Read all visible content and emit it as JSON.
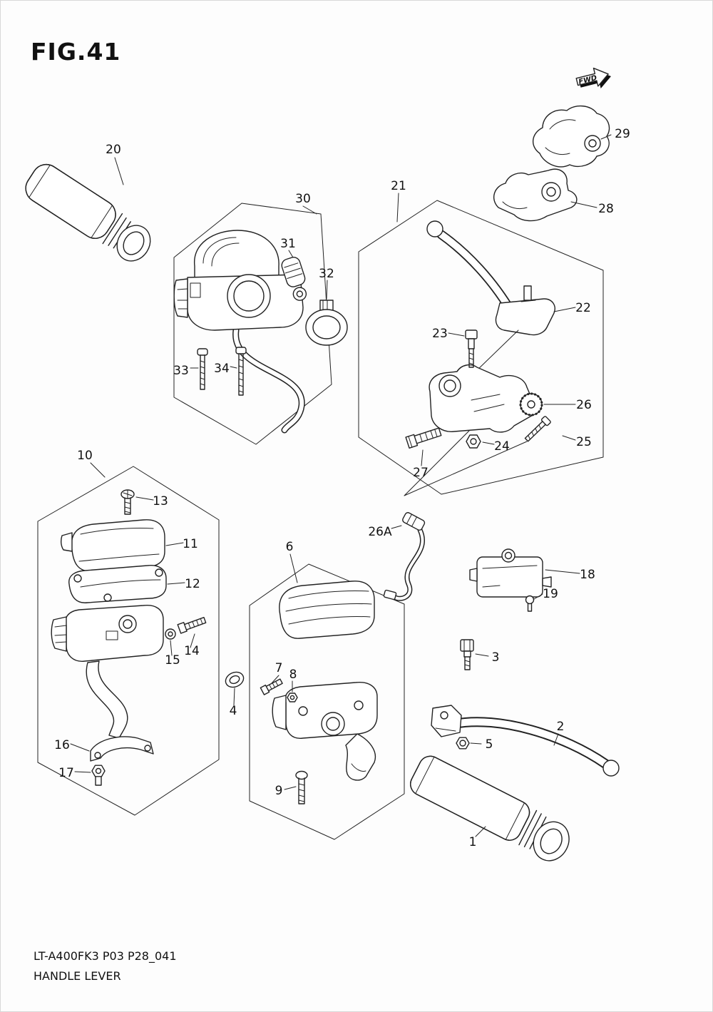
{
  "figure": {
    "title": "FIG.41",
    "fwd_label": "FWD"
  },
  "footer": {
    "code": "LT-A400FK3 P03 P28_041",
    "name": "HANDLE LEVER"
  },
  "labels": {
    "p1": "1",
    "p2": "2",
    "p3": "3",
    "p4": "4",
    "p5": "5",
    "p6": "6",
    "p7": "7",
    "p8": "8",
    "p9": "9",
    "p10": "10",
    "p11": "11",
    "p12": "12",
    "p13": "13",
    "p14": "14",
    "p15": "15",
    "p16": "16",
    "p17": "17",
    "p18": "18",
    "p19": "19",
    "p20": "20",
    "p21": "21",
    "p22": "22",
    "p23": "23",
    "p24": "24",
    "p25": "25",
    "p26": "26",
    "p26a": "26A",
    "p27": "27",
    "p28": "28",
    "p29": "29",
    "p30": "30",
    "p31": "31",
    "p32": "32",
    "p33": "33",
    "p34": "34"
  }
}
